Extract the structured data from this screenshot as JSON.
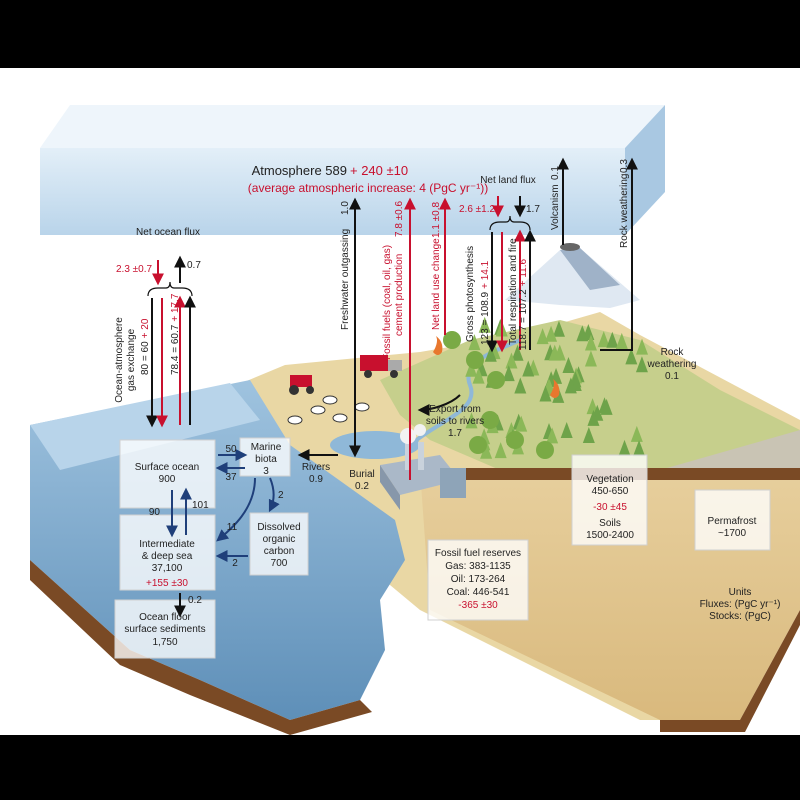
{
  "colors": {
    "black_arrow": "#111111",
    "red_arrow": "#c8102e",
    "blue_arrow": "#1f3f7a",
    "ocean": "#8fb8d8",
    "land": "#e8d49a",
    "atmosphere": "#cfe2f1"
  },
  "atmosphere": {
    "title_black": "Atmosphere 589",
    "title_red": "+ 240 ±10",
    "subtitle": "(average atmospheric increase: 4 (PgC yr⁻¹))"
  },
  "ocean_flux": {
    "net_label": "Net ocean flux",
    "down_red": "2.3 ±0.7",
    "up_black": "0.7",
    "exchange_label_1": "Ocean-atmosphere",
    "exchange_label_2": "gas exchange",
    "down_flux_black": "80 = 60",
    "down_flux_red": "+ 20",
    "up_flux_black": "78.4 = 60.7",
    "up_flux_red": "+ 17.7"
  },
  "land_flux": {
    "freshwater": "Freshwater outgassing",
    "freshwater_val": "1.0",
    "fossil_1": "Fossil fuels (coal, oil, gas)",
    "fossil_2": "cement production",
    "fossil_val": "7.8 ±0.6",
    "landuse": "Net land use change",
    "landuse_val": "1.1 ±0.8",
    "net_land_label": "Net land flux",
    "net_land_red": "2.6 ±1.2",
    "net_land_black": "1.7",
    "gpp_label": "Gross photosynthesis",
    "gpp_black": "123 = 108.9",
    "gpp_red": "+ 14.1",
    "resp_label": "Total respiration and fire",
    "resp_black": "118.7 = 107.2",
    "resp_red": "+ 11.6",
    "volcanism": "Volcanism",
    "volcanism_val": "0.1",
    "rock_weathering": "Rock weathering",
    "rock_weathering_val": "0.3",
    "rock_weathering2_1": "Rock",
    "rock_weathering2_2": "weathering",
    "rock_weathering2_val": "0.1",
    "export_1": "Export from",
    "export_2": "soils to rivers",
    "export_val": "1.7",
    "rivers_label": "Rivers",
    "rivers_val": "0.9",
    "burial_label": "Burial",
    "burial_val": "0.2"
  },
  "ocean_boxes": {
    "surface_1": "Surface ocean",
    "surface_2": "900",
    "marine_1": "Marine",
    "marine_2": "biota",
    "marine_3": "3",
    "deep_1": "Intermediate",
    "deep_2": "& deep sea",
    "deep_3": "37,100",
    "deep_red": "+155 ±30",
    "doc_1": "Dissolved",
    "doc_2": "organic",
    "doc_3": "carbon",
    "doc_4": "700",
    "floor_1": "Ocean floor",
    "floor_2": "surface sediments",
    "floor_3": "1,750",
    "f50": "50",
    "f37": "37",
    "f2a": "2",
    "f90": "90",
    "f101": "101",
    "f11": "11",
    "f2b": "2",
    "f02": "0.2"
  },
  "land_boxes": {
    "ff_title": "Fossil fuel reserves",
    "ff_gas": "Gas: 383-1135",
    "ff_oil": "Oil: 173-264",
    "ff_coal": "Coal: 446-541",
    "ff_red": "-365 ±30",
    "veg_title": "Vegetation",
    "veg_val": "450-650",
    "veg_red": "-30 ±45",
    "soils_title": "Soils",
    "soils_val": "1500-2400",
    "perma_title": "Permafrost",
    "perma_val": "~1700"
  },
  "units": {
    "title": "Units",
    "fluxes": "Fluxes: (PgC yr⁻¹)",
    "stocks": "Stocks: (PgC)"
  }
}
